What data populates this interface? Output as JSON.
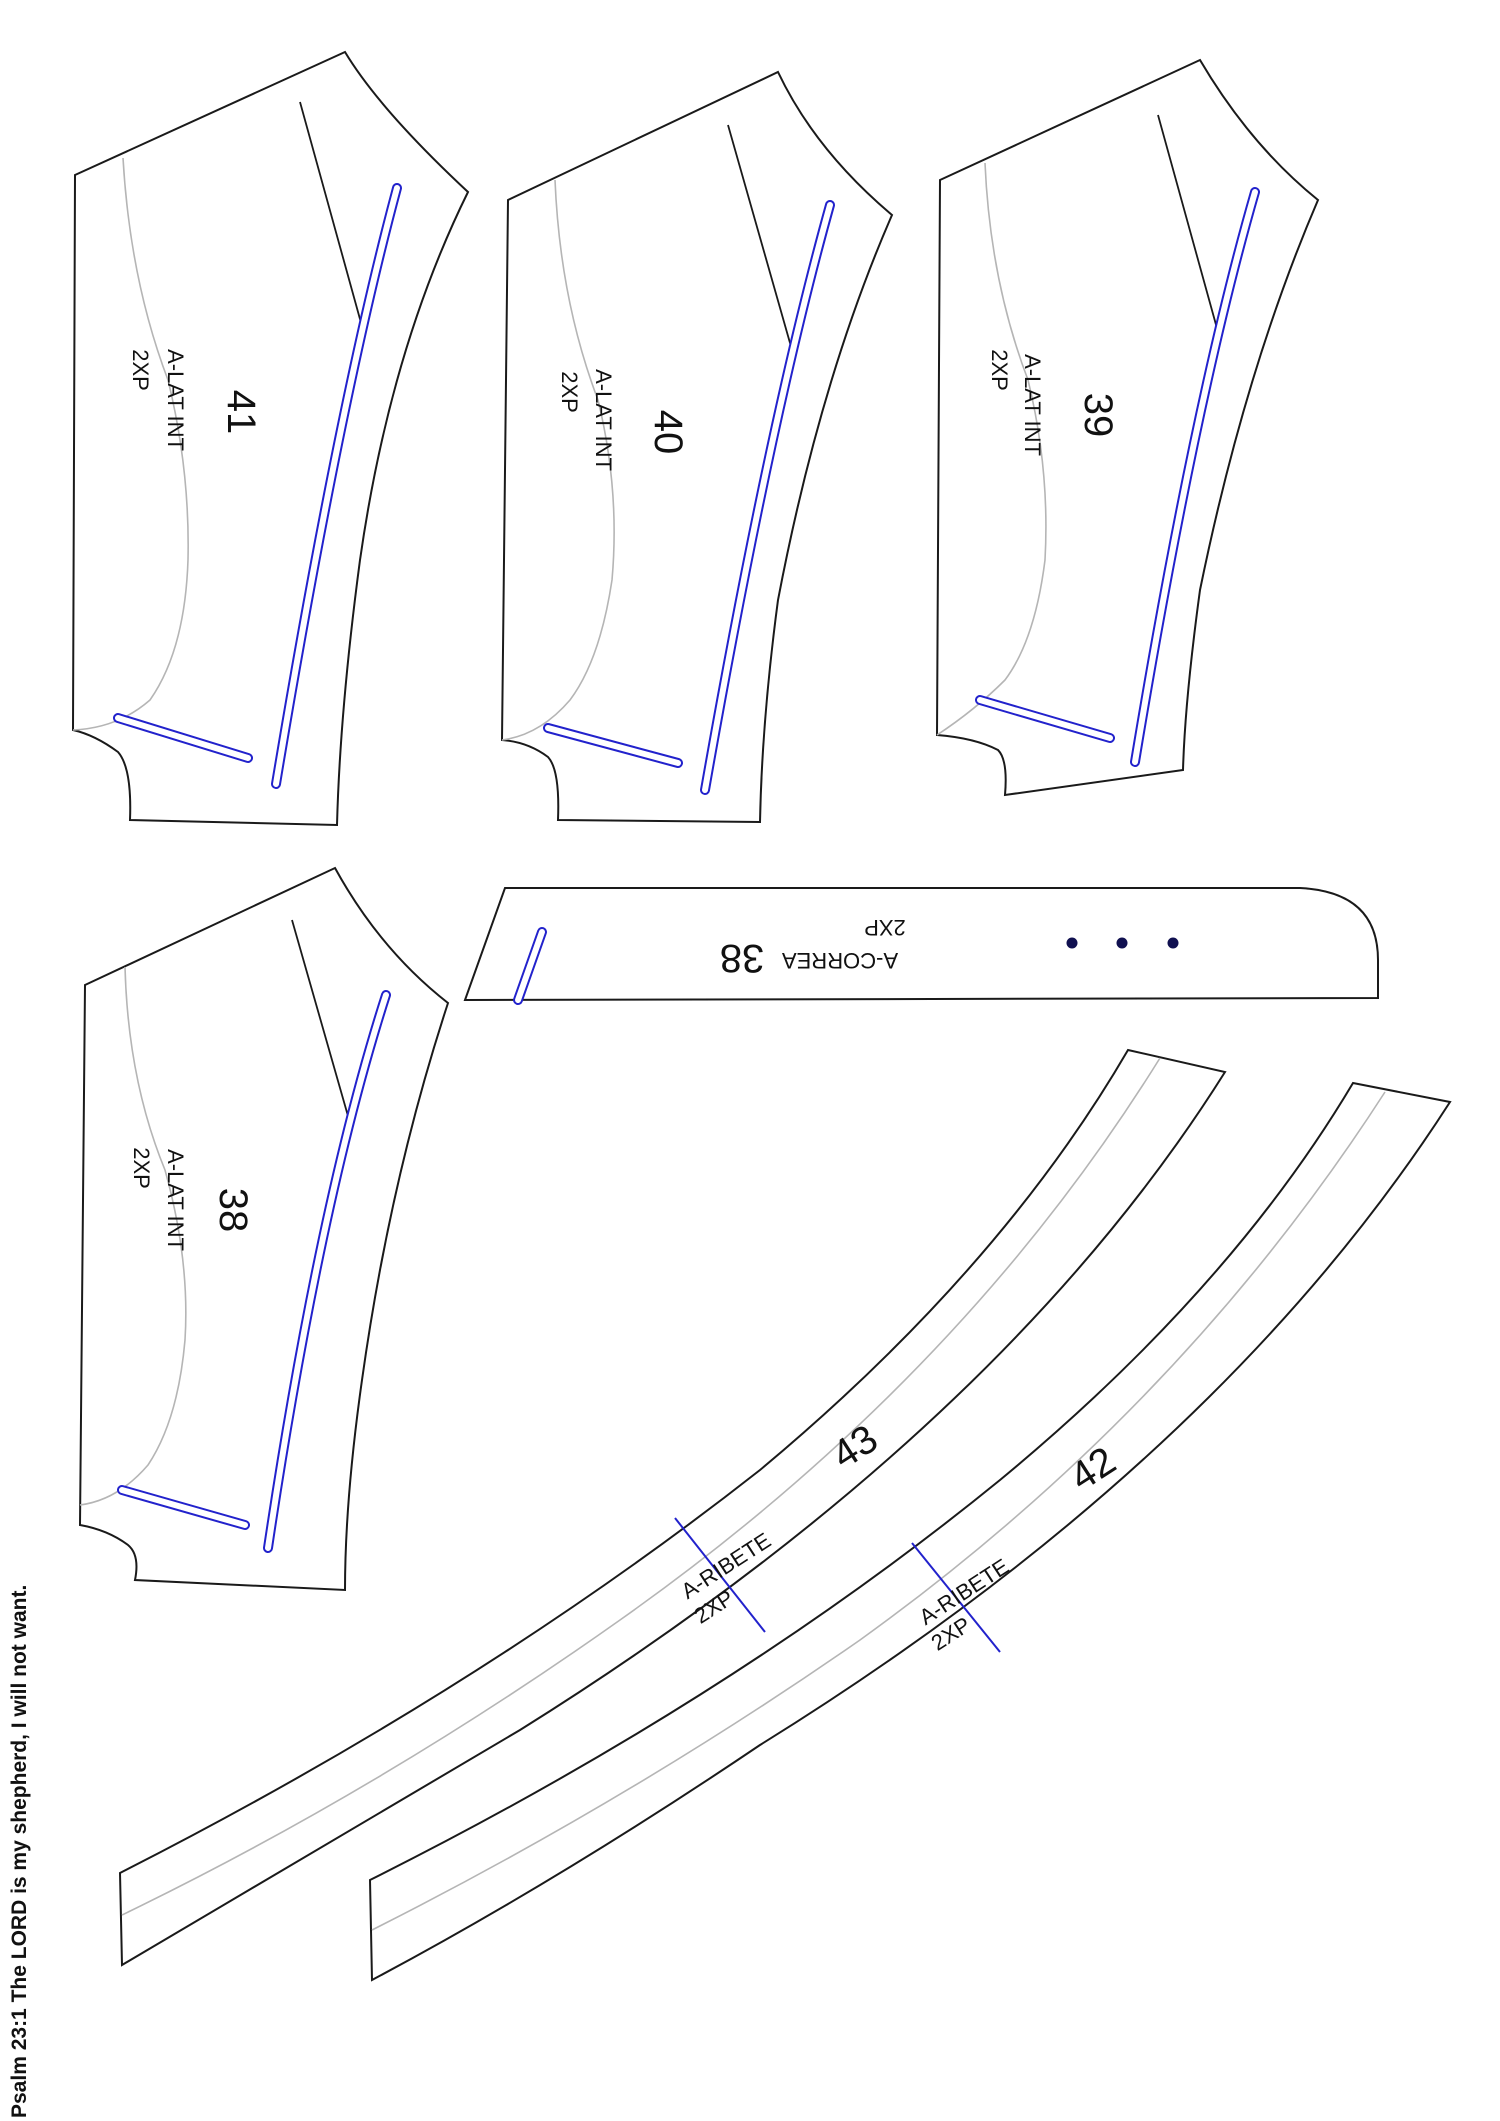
{
  "pieces": {
    "p41": {
      "number": "41",
      "name": "A-LAT INT",
      "qty": "2XP"
    },
    "p40": {
      "number": "40",
      "name": "A-LAT INT",
      "qty": "2XP"
    },
    "p39": {
      "number": "39",
      "name": "A-LAT INT",
      "qty": "2XP"
    },
    "p38": {
      "number": "38",
      "name": "A-LAT INT",
      "qty": "2XP"
    },
    "strap": {
      "number": "38",
      "name": "A-CORREA",
      "qty": "2XP"
    },
    "p43": {
      "number": "43",
      "name": "A-RIBETE",
      "qty": "2XP"
    },
    "p42": {
      "number": "42",
      "name": "A-RIBETE",
      "qty": "2XP"
    }
  },
  "footer": {
    "verse": "Psalm 23:1 The LORD is my shepherd, I will not want."
  },
  "colors": {
    "outline": "#1a1a1a",
    "slot": "#2222cc",
    "guide": "#b5b5b5",
    "hole": "#101050"
  }
}
